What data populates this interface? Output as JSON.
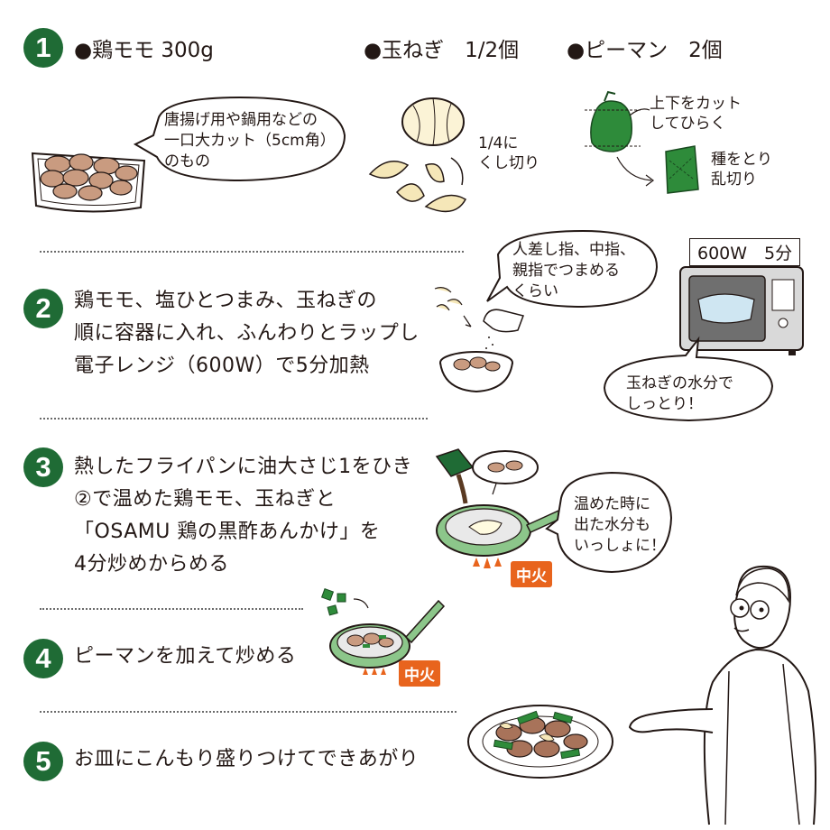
{
  "steps": [
    {
      "num": "1"
    },
    {
      "num": "2",
      "lines": [
        "鶏モモ、塩ひとつまみ、玉ねぎの",
        "順に容器に入れ、ふんわりとラップし",
        "電子レンジ（600W）で5分加熱"
      ]
    },
    {
      "num": "3",
      "lines": [
        "熱したフライパンに油大さじ1をひき",
        "②で温めた鶏モモ、玉ねぎと",
        "「OSAMU 鶏の黒酢あんかけ」を",
        "4分炒めからめる"
      ]
    },
    {
      "num": "4",
      "lines": [
        "ピーマンを加えて炒める"
      ]
    },
    {
      "num": "5",
      "lines": [
        "お皿にこんもり盛りつけてできあがり"
      ]
    }
  ],
  "ingredients": [
    {
      "label": "●鶏モモ 300g"
    },
    {
      "label": "●玉ねぎ　1/2個"
    },
    {
      "label": "●ピーマン　2個"
    }
  ],
  "notes": {
    "chicken_bubble": [
      "唐揚げ用や鍋用などの",
      "一口大カット（5cm角）",
      "のもの"
    ],
    "onion_cut": [
      "1/4に",
      "くし切り"
    ],
    "pepper_top": [
      "上下をカット",
      "してひらく"
    ],
    "pepper_seed": [
      "種をとり",
      "乱切り"
    ],
    "pinch_bubble": [
      "人差し指、中指、",
      "親指でつまめる",
      "くらい"
    ],
    "microwave_label": "600W　5分",
    "microwave_bubble": [
      "玉ねぎの水分で",
      "しっとり！"
    ],
    "pan_bubble": [
      "温めた時に",
      "出た水分も",
      "いっしょに！"
    ],
    "heat_label_1": "中火",
    "heat_label_2": "中火"
  },
  "colors": {
    "step_badge": "#1f6b35",
    "pepper_green": "#2e8b3a",
    "pan_green": "#8cc68a",
    "heat_orange": "#e8641d"
  }
}
